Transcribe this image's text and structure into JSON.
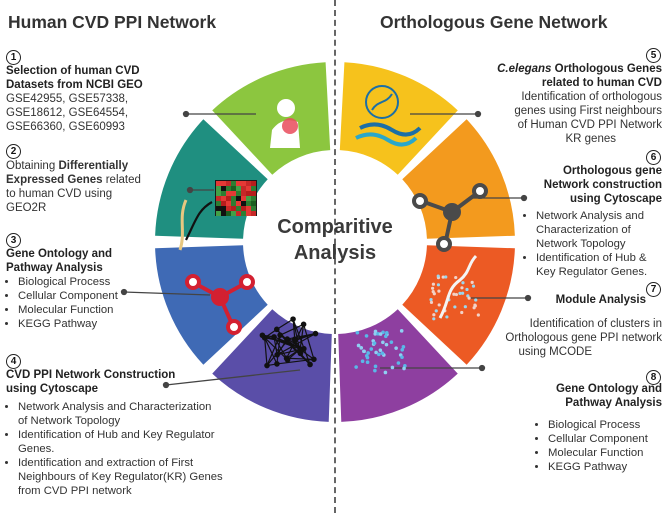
{
  "left_title": "Human CVD PPI Network",
  "right_title": "Orthologous Gene Network",
  "center": {
    "line1": "Comparitive",
    "line2": "Analysis"
  },
  "steps": {
    "s1": {
      "num": "1",
      "heading1": "Selection of  human CVD",
      "heading2": "Datasets from NCBI GEO",
      "lines": [
        "GSE42955, GSE57338,",
        "GSE18612, GSE64554,",
        "GSE66360, GSE60993"
      ]
    },
    "s2": {
      "num": "2",
      "t1": "Obtaining ",
      "b1": "Differentially",
      "b2": "Expressed Genes",
      "t2": " related",
      "lines": [
        "to human CVD using",
        "GEO2R"
      ]
    },
    "s3": {
      "num": "3",
      "heading1": "Gene Ontology and",
      "heading2": "Pathway Analysis",
      "bullets": [
        "Biological Process",
        "Cellular Component",
        "Molecular Function",
        "KEGG Pathway"
      ]
    },
    "s4": {
      "num": "4",
      "heading1": "CVD PPI Network Construction",
      "heading2": "using Cytoscape",
      "bullets": [
        "Network Analysis and Characterization",
        "of Network Topology",
        "Identification of Hub and Key Regulator",
        "Genes.",
        "Identification and extraction of First",
        "Neighbours of Key Regulator(KR) Genes",
        "from CVD PPI network"
      ]
    },
    "s5": {
      "num": "5",
      "italic": "C.elegans",
      "heading1": " Orthologous Genes",
      "heading2": "related to human CVD",
      "lines": [
        "Identification of orthologous",
        "genes using First neighbours",
        "of Human CVD PPI Network",
        "KR  genes"
      ]
    },
    "s6": {
      "num": "6",
      "heading1": "Orthologous gene",
      "heading2": "Network construction",
      "heading3": "using Cytoscape",
      "bullets": [
        "Network Analysis and",
        "Characterization of",
        "Network Topology",
        "Identification of Hub &",
        "Key Regulator Genes."
      ]
    },
    "s7": {
      "num": "7",
      "heading1": "Module Analysis",
      "lines": [
        "Identification of clusters in",
        "Orthologous gene PPI network",
        "using MCODE"
      ]
    },
    "s8": {
      "num": "8",
      "heading1": "Gene Ontology and",
      "heading2": "Pathway Analysis",
      "bullets": [
        "Biological Process",
        "Cellular Component",
        "Molecular Function",
        "KEGG Pathway"
      ]
    }
  },
  "colors": {
    "seg_top_left": "#8cc63f",
    "seg_upper_left": "#1f8f80",
    "seg_lower_left": "#3f6ab5",
    "seg_bottom_left": "#5a4ea8",
    "seg_top_right": "#f6c21c",
    "seg_upper_right": "#f39a1e",
    "seg_lower_right": "#ec5a24",
    "seg_bottom_right": "#8e3fa0"
  }
}
